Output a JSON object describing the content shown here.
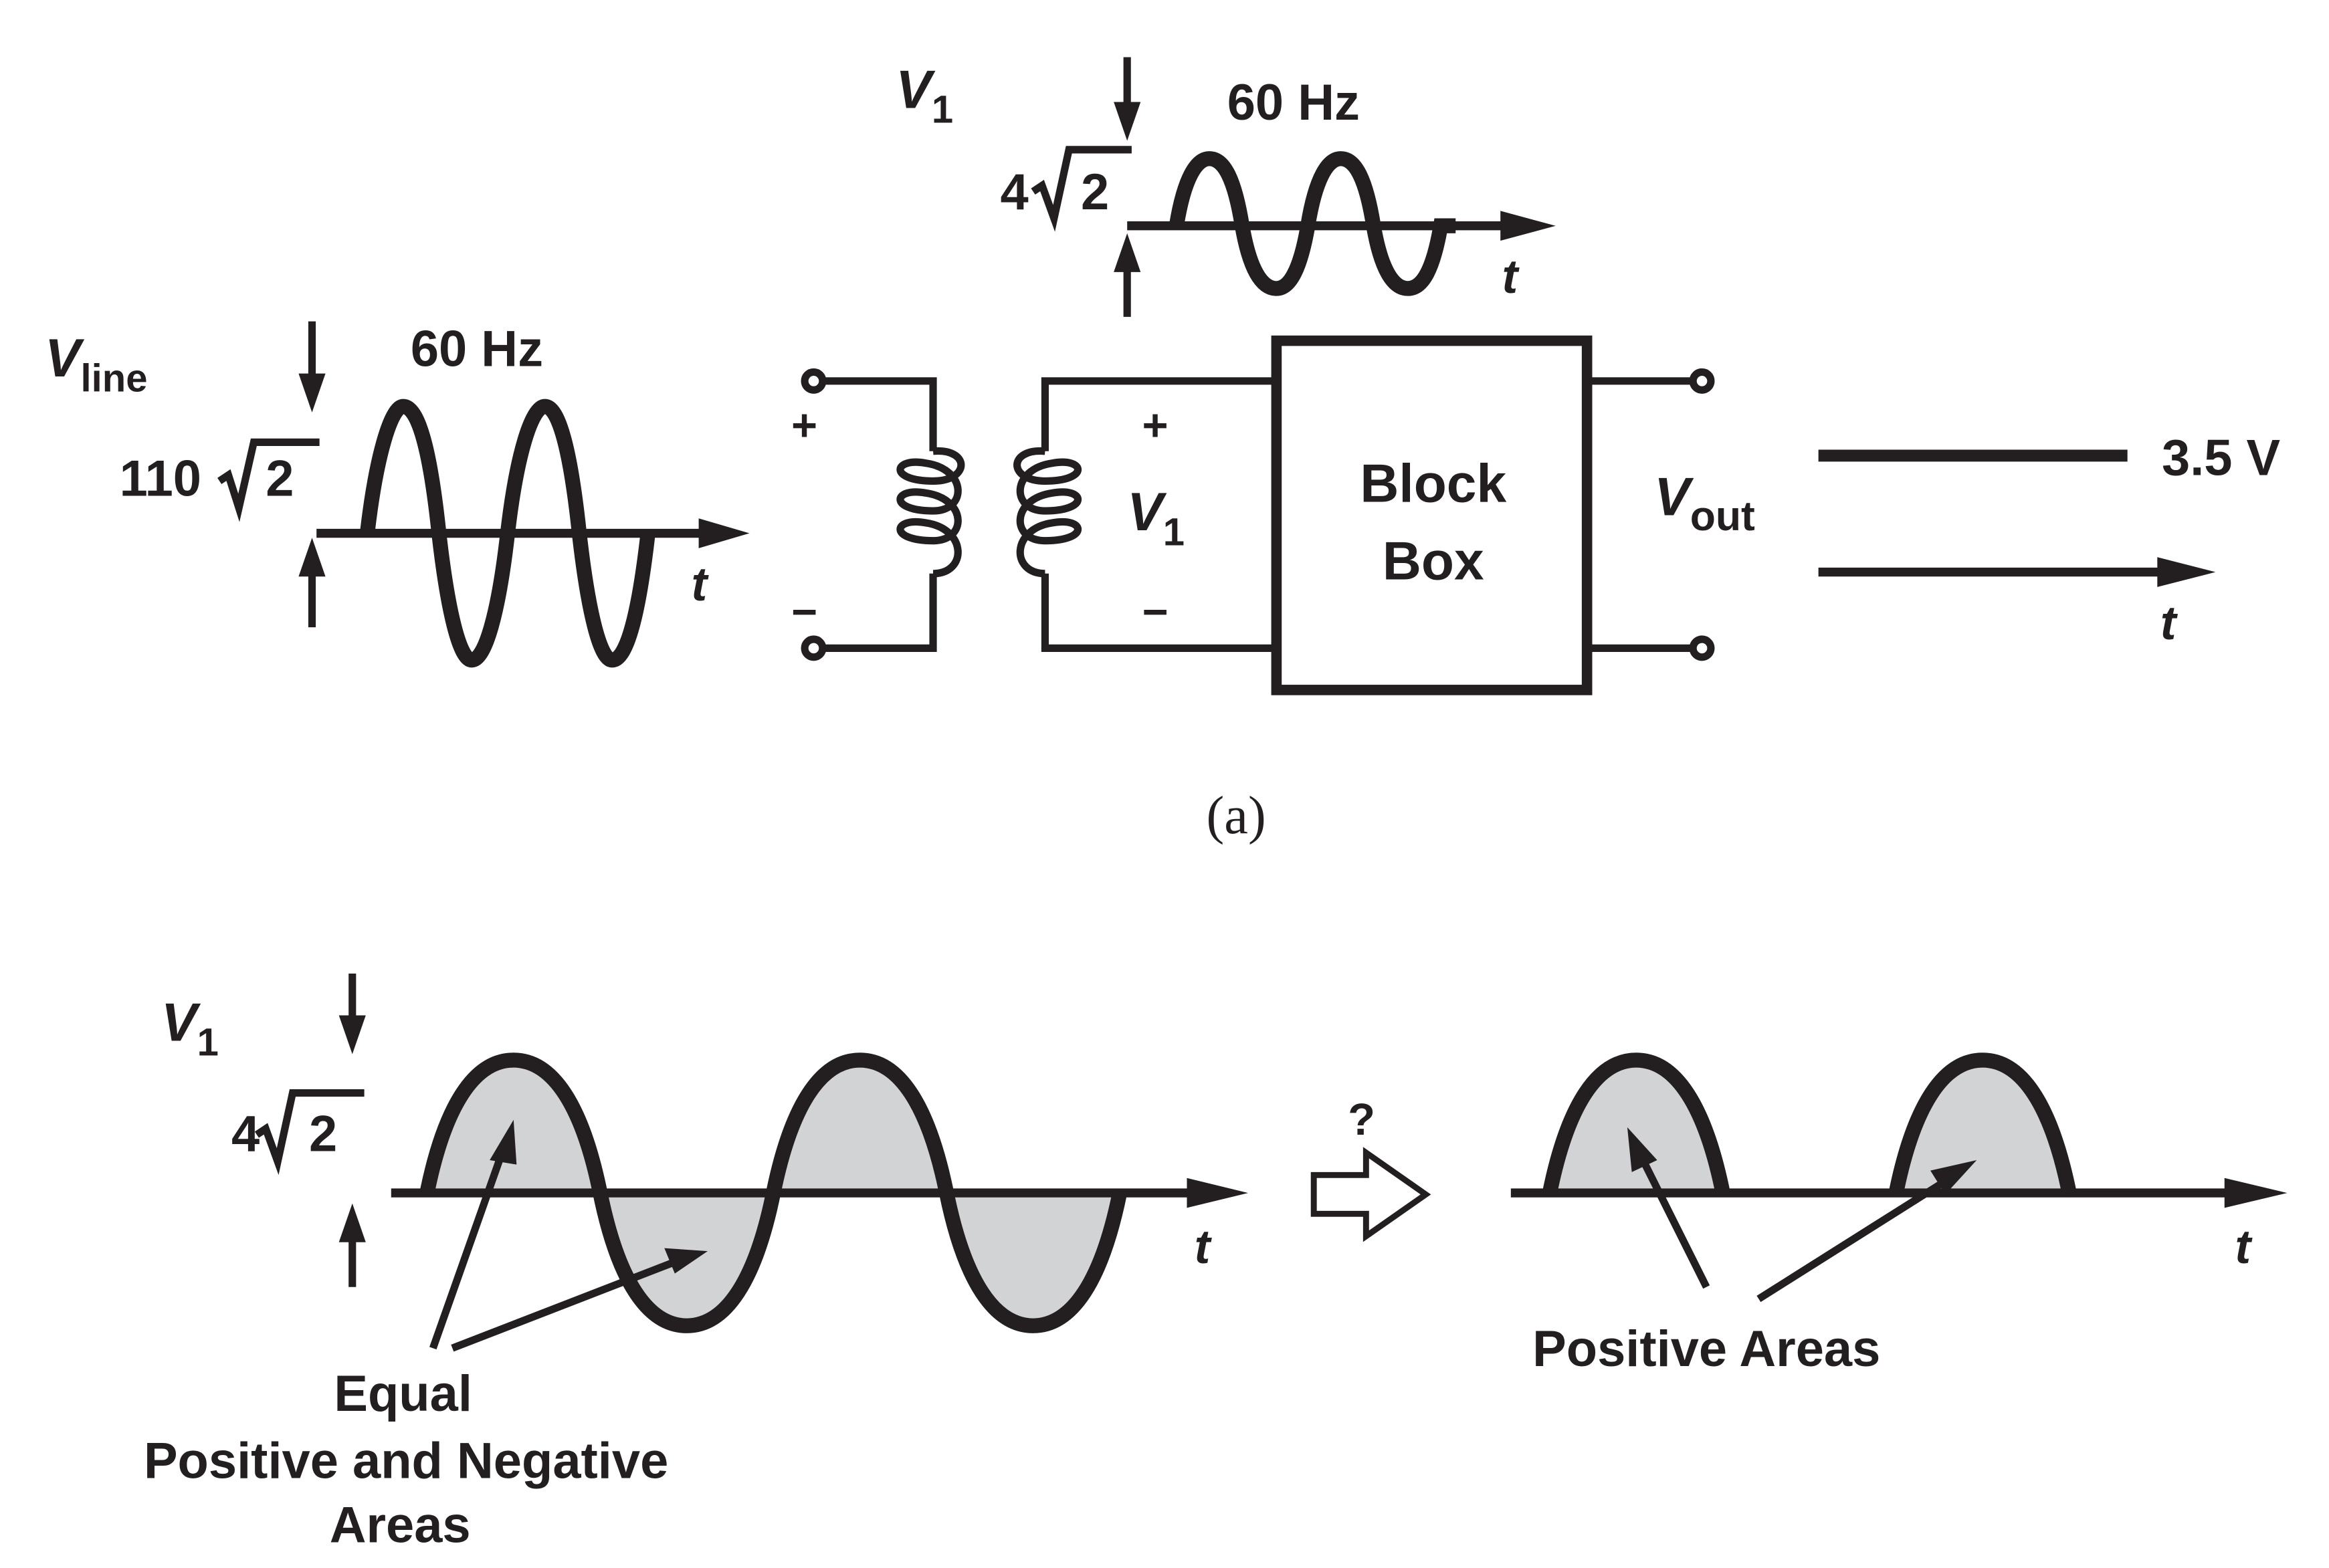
{
  "part_a": {
    "line": {
      "symbol": "V",
      "subscript": "line",
      "amp_coeff": "110",
      "amp_rad": "2",
      "freq": "60 Hz",
      "t": "t"
    },
    "sec": {
      "symbol": "V",
      "subscript": "1",
      "amp_coeff": "4",
      "amp_rad": "2",
      "freq": "60 Hz",
      "t": "t"
    },
    "transformer": {
      "plus_primary": "+",
      "minus_primary": "−",
      "plus_secondary": "+",
      "minus_secondary": "−",
      "v_symbol": "V",
      "v_subscript": "1"
    },
    "block": {
      "line1": "Block",
      "line2": "Box"
    },
    "output": {
      "symbol": "V",
      "subscript": "out",
      "value": "3.5 V",
      "t": "t"
    },
    "caption": "(a)"
  },
  "part_b": {
    "input": {
      "symbol": "V",
      "subscript": "1",
      "amp_coeff": "4",
      "amp_rad": "2",
      "t": "t"
    },
    "question": "?",
    "equal_label": [
      "Equal",
      "Positive and Negative",
      "Areas"
    ],
    "rectified": {
      "t": "t",
      "label": "Positive Areas"
    }
  }
}
